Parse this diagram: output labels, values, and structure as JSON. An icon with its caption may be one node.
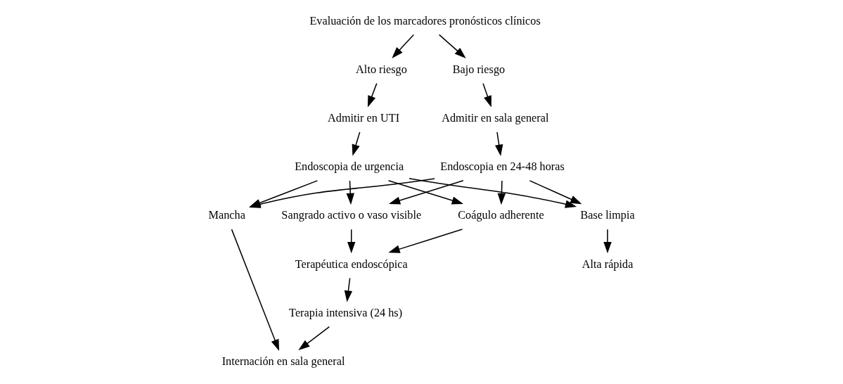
{
  "diagram": {
    "nodes": [
      {
        "text": [
          "Evaluación de los marcadores pronósticos clínicos"
        ]
      },
      {
        "text": [
          "Alto riesgo"
        ]
      },
      {
        "text": [
          "Bajo riesgo"
        ]
      },
      {
        "text": [
          "Admitir en UTI"
        ]
      },
      {
        "text": [
          "Admitir en sala general"
        ]
      },
      {
        "text": [
          "Endoscopia de urgencia"
        ]
      },
      {
        "text": [
          "Endoscopia en 24-48 horas"
        ]
      },
      {
        "text": [
          "Sangrado activo o vaso visible"
        ]
      },
      {
        "text": [
          "Coágulo adherente"
        ]
      },
      {
        "text": [
          "Mancha"
        ]
      },
      {
        "text": [
          "Base limpia"
        ]
      },
      {
        "text": [
          "Terapéutica endoscópica"
        ]
      },
      {
        "text": [
          "Terapia intensiva (24 hs)"
        ]
      },
      {
        "text": [
          "Internación en sala general"
        ]
      },
      {
        "text": [
          "Alta rápida"
        ]
      }
    ],
    "edges": [
      {
        "from": 0,
        "to": 1,
        "arrow": "to"
      },
      {
        "from": 0,
        "to": 2,
        "arrow": "to"
      },
      {
        "from": 1,
        "to": 3,
        "arrow": "to"
      },
      {
        "from": 2,
        "to": 4,
        "arrow": "to"
      },
      {
        "from": 3,
        "to": 5,
        "arrow": "to"
      },
      {
        "from": 4,
        "to": 6,
        "arrow": "to"
      },
      {
        "from": 5,
        "to": 7,
        "arrow": "to"
      },
      {
        "from": 5,
        "to": 8,
        "arrow": "to"
      },
      {
        "from": 5,
        "to": 9,
        "arrow": "to"
      },
      {
        "from": 5,
        "to": 10,
        "arrow": "to"
      },
      {
        "from": 6,
        "to": 7,
        "arrow": "to"
      },
      {
        "from": 6,
        "to": 8,
        "arrow": "to"
      },
      {
        "from": 6,
        "to": 9,
        "arrow": "to"
      },
      {
        "from": 6,
        "to": 10,
        "arrow": "to"
      },
      {
        "from": 7,
        "to": 11,
        "arrow": "to"
      },
      {
        "from": 8,
        "to": 11,
        "arrow": "to"
      },
      {
        "from": 11,
        "to": 12,
        "arrow": "to"
      },
      {
        "from": 9,
        "to": 13,
        "arrow": "to"
      },
      {
        "from": 10,
        "to": 14,
        "arrow": "to"
      },
      {
        "from": 12,
        "to": 13,
        "arrow": "to"
      }
    ]
  }
}
